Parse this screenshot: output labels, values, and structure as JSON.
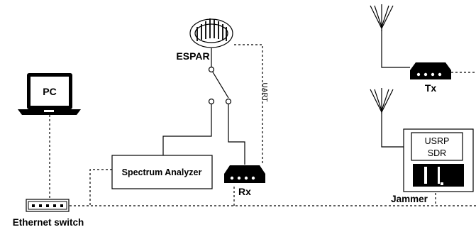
{
  "labels": {
    "pc": "PC",
    "espar": "ESPAR",
    "uart": "UART",
    "spectrum_analyzer": "Spectrum Analyzer",
    "rx": "Rx",
    "tx": "Tx",
    "usrp_line1": "USRP",
    "usrp_line2": "SDR",
    "jammer": "Jammer",
    "ethernet_switch": "Ethernet switch"
  },
  "colors": {
    "stroke": "#000000",
    "background": "#ffffff"
  },
  "icons": {
    "pc": "laptop-icon",
    "espar": "espar-antenna-icon",
    "rx": "radio-device-icon",
    "tx": "radio-device-icon",
    "antenna": "antenna-icon",
    "switch": "ethernet-switch-icon",
    "rf_switch": "rf-switch-icon"
  }
}
